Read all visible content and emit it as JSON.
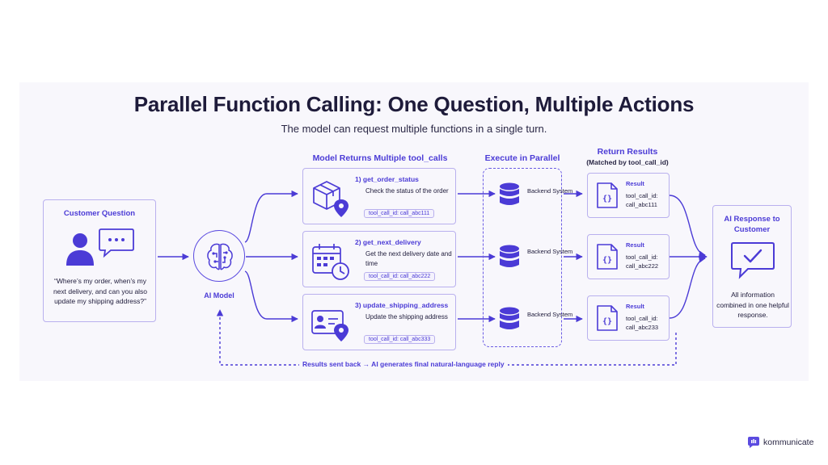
{
  "title": "Parallel Function Calling: One Question, Multiple Actions",
  "subtitle": "The model can request multiple functions in a single turn.",
  "headers": {
    "model_returns": "Model Returns Multiple tool_calls",
    "execute": "Execute in Parallel",
    "return_results": "Return Results",
    "return_results_sub": "(Matched by tool_call_id)"
  },
  "customer": {
    "title": "Customer Question",
    "quote": "“Where’s my order, when’s my next delivery, and can you also update my shipping address?”"
  },
  "ai_model": {
    "label": "AI Model"
  },
  "functions": [
    {
      "name": "1)  get_order_status",
      "desc": "Check the status of the order",
      "tag": "tool_call_id: call_abc111",
      "icon": "package-location-icon"
    },
    {
      "name": "2)  get_next_delivery",
      "desc": "Get the next delivery date and time",
      "tag": "tool_call_id: call_abc222",
      "icon": "calendar-clock-icon"
    },
    {
      "name": "3)  update_shipping_address",
      "desc": "Update the shipping address",
      "tag": "tool_call_id: call_abc333",
      "icon": "id-card-location-icon"
    }
  ],
  "backend": [
    {
      "label": "Backend System"
    },
    {
      "label": "Backend System"
    },
    {
      "label": "Backend System"
    }
  ],
  "results": [
    {
      "label": "Result",
      "id": "tool_call_id: call_abc111"
    },
    {
      "label": "Result",
      "id": "tool_call_id: call_abc222"
    },
    {
      "label": "Result",
      "id": "tool_call_id: call_abc233"
    }
  ],
  "response": {
    "title": "AI Response to Customer",
    "text": "All information combined in one helpful response."
  },
  "loop_label": "Results sent back → AI generates final natural-language reply",
  "brand": "kommunicate",
  "colors": {
    "accent": "#4b3bd6",
    "border": "#b9b0ee",
    "panel": "#f8f7fc",
    "text": "#1e1b3a"
  }
}
